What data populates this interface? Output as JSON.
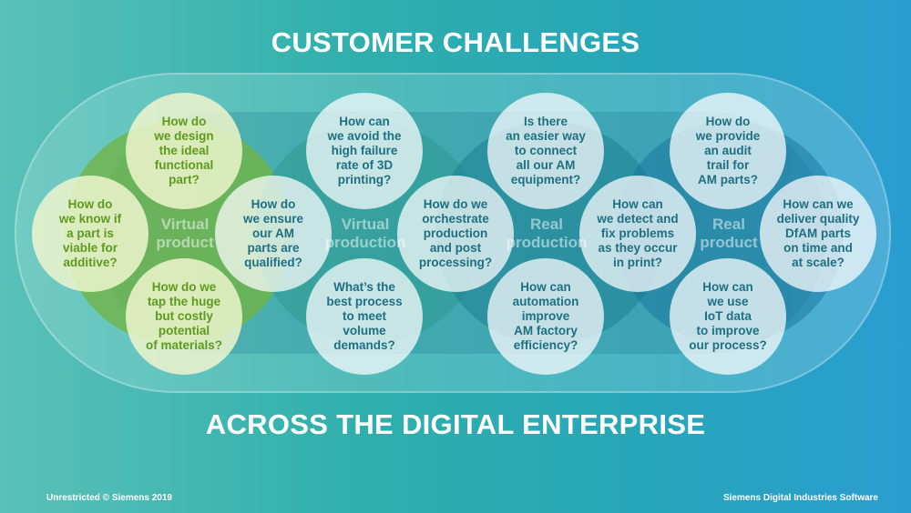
{
  "title": "CUSTOMER CHALLENGES",
  "subtitle": "ACROSS THE DIGITAL ENTERPRISE",
  "regions": [
    {
      "label": "Virtual\nproduct"
    },
    {
      "label": "Virtual\nproduction"
    },
    {
      "label": "Real\nproduction"
    },
    {
      "label": "Real\nproduct"
    }
  ],
  "bubbles": [
    {
      "text": "How do\nwe design\nthe ideal\nfunctional\npart?"
    },
    {
      "text": "How do\nwe know if\na part is\nviable for\nadditive?"
    },
    {
      "text": "How do we\ntap the huge\nbut costly\npotential\nof materials?"
    },
    {
      "text": "How do\nwe ensure\nour AM\nparts are\nqualified?"
    },
    {
      "text": "How can\nwe avoid the\nhigh failure\nrate of 3D\nprinting?"
    },
    {
      "text": "What’s the\nbest process\nto meet\nvolume\ndemands?"
    },
    {
      "text": "How do we\norchestrate\nproduction\nand post\nprocessing?"
    },
    {
      "text": "Is there\nan easier way\nto connect\nall our AM\nequipment?"
    },
    {
      "text": "How can\nautomation\nimprove\nAM factory\nefficiency?"
    },
    {
      "text": "How can\nwe detect and\nfix problems\nas they occur\nin print?"
    },
    {
      "text": "How do\nwe provide\nan audit\ntrail for\nAM parts?"
    },
    {
      "text": "How can\nwe use\nIoT data\nto improve\nour process?"
    },
    {
      "text": "How can we\ndeliver quality\nDfAM parts\non time and\nat scale?"
    }
  ],
  "footer": {
    "left": "Unrestricted © Siemens 2019",
    "right": "Siemens Digital Industries Software"
  },
  "colors": {
    "question_green": "#5e9a20",
    "question_teal": "#1f6f83",
    "virtual_product_region": "#70b446"
  }
}
